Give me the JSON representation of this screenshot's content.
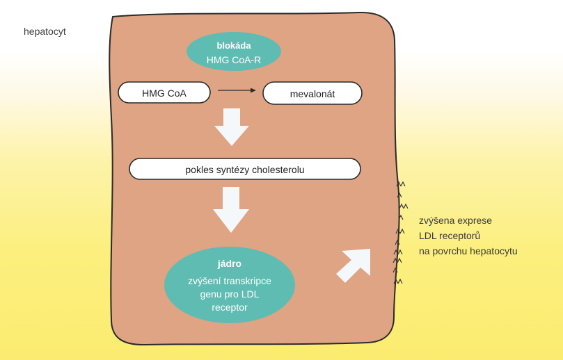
{
  "labels": {
    "cell": "hepatocyt",
    "blockade_line1": "blokáda",
    "blockade_line2": "HMG CoA-R",
    "substrate": "HMG CoA",
    "product": "mevalonát",
    "synthesis_drop": "pokles syntézy cholesterolu",
    "nucleus_title": "jádro",
    "nucleus_line1": "zvýšení transkripce",
    "nucleus_line2": "genu pro LDL",
    "nucleus_line3": "receptor",
    "expression_line1": "zvýšena exprese",
    "expression_line2": "LDL receptorů",
    "expression_line3": "na povrchu hepatocytu"
  },
  "colors": {
    "cell_fill": "#dea483",
    "ellipse_fill": "#5fbcb2",
    "ellipse_text": "#ffffff",
    "pill_fill": "#ffffff",
    "outline": "#2a2a2a",
    "arrow_fill": "#f5f8fb",
    "background_top": "#ffffff",
    "background_bottom": "#fbec70"
  }
}
